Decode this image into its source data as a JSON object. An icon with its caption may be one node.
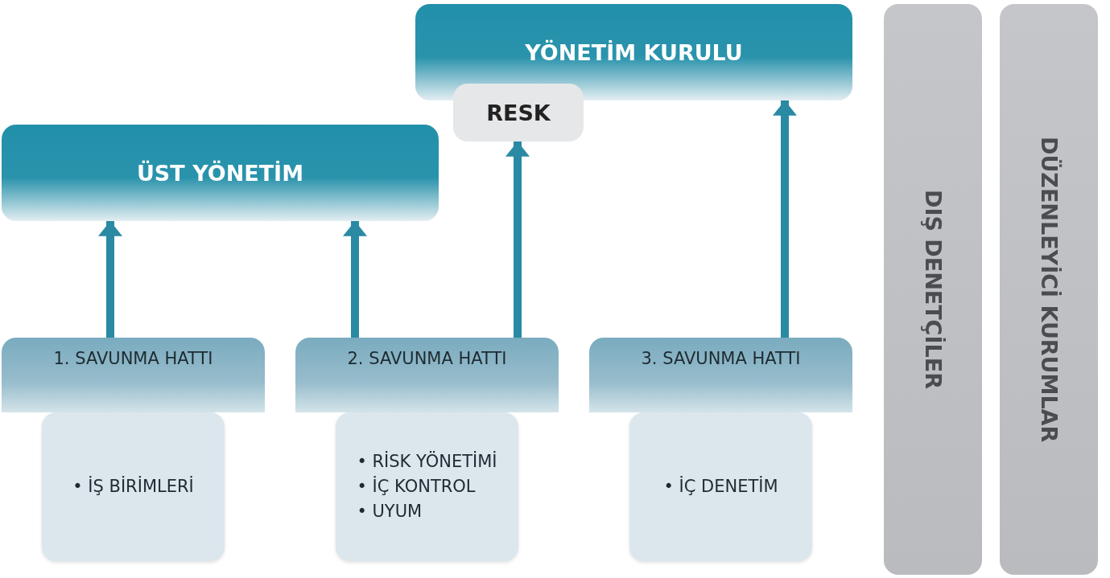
{
  "diagram": {
    "nodes": [
      {
        "text": [
          "YÖNETİM KURULU"
        ]
      },
      {
        "text": [
          "RESK"
        ]
      },
      {
        "text": [
          "ÜST YÖNETİM"
        ]
      },
      {
        "text": [
          "1. SAVUNMA HATTI"
        ]
      },
      {
        "text": [
          "• İŞ BİRİMLERİ"
        ]
      },
      {
        "text": [
          "2. SAVUNMA HATTI"
        ]
      },
      {
        "text": [
          "• RİSK YÖNETİMİ",
          "• İÇ KONTROL",
          "• UYUM"
        ]
      },
      {
        "text": [
          "3. SAVUNMA HATTI"
        ]
      },
      {
        "text": [
          "• İÇ DENETİM"
        ]
      },
      {
        "text": [
          "DIŞ DENETÇİLER"
        ]
      },
      {
        "text": [
          "DÜZENLEYİCİ KURUMLAR"
        ]
      }
    ],
    "edges": [
      {
        "from": 3,
        "to": 2,
        "arrow": "to"
      },
      {
        "from": 5,
        "to": 2,
        "arrow": "to"
      },
      {
        "from": 5,
        "to": 1,
        "arrow": "to"
      },
      {
        "from": 7,
        "to": 0,
        "arrow": "to"
      }
    ]
  }
}
